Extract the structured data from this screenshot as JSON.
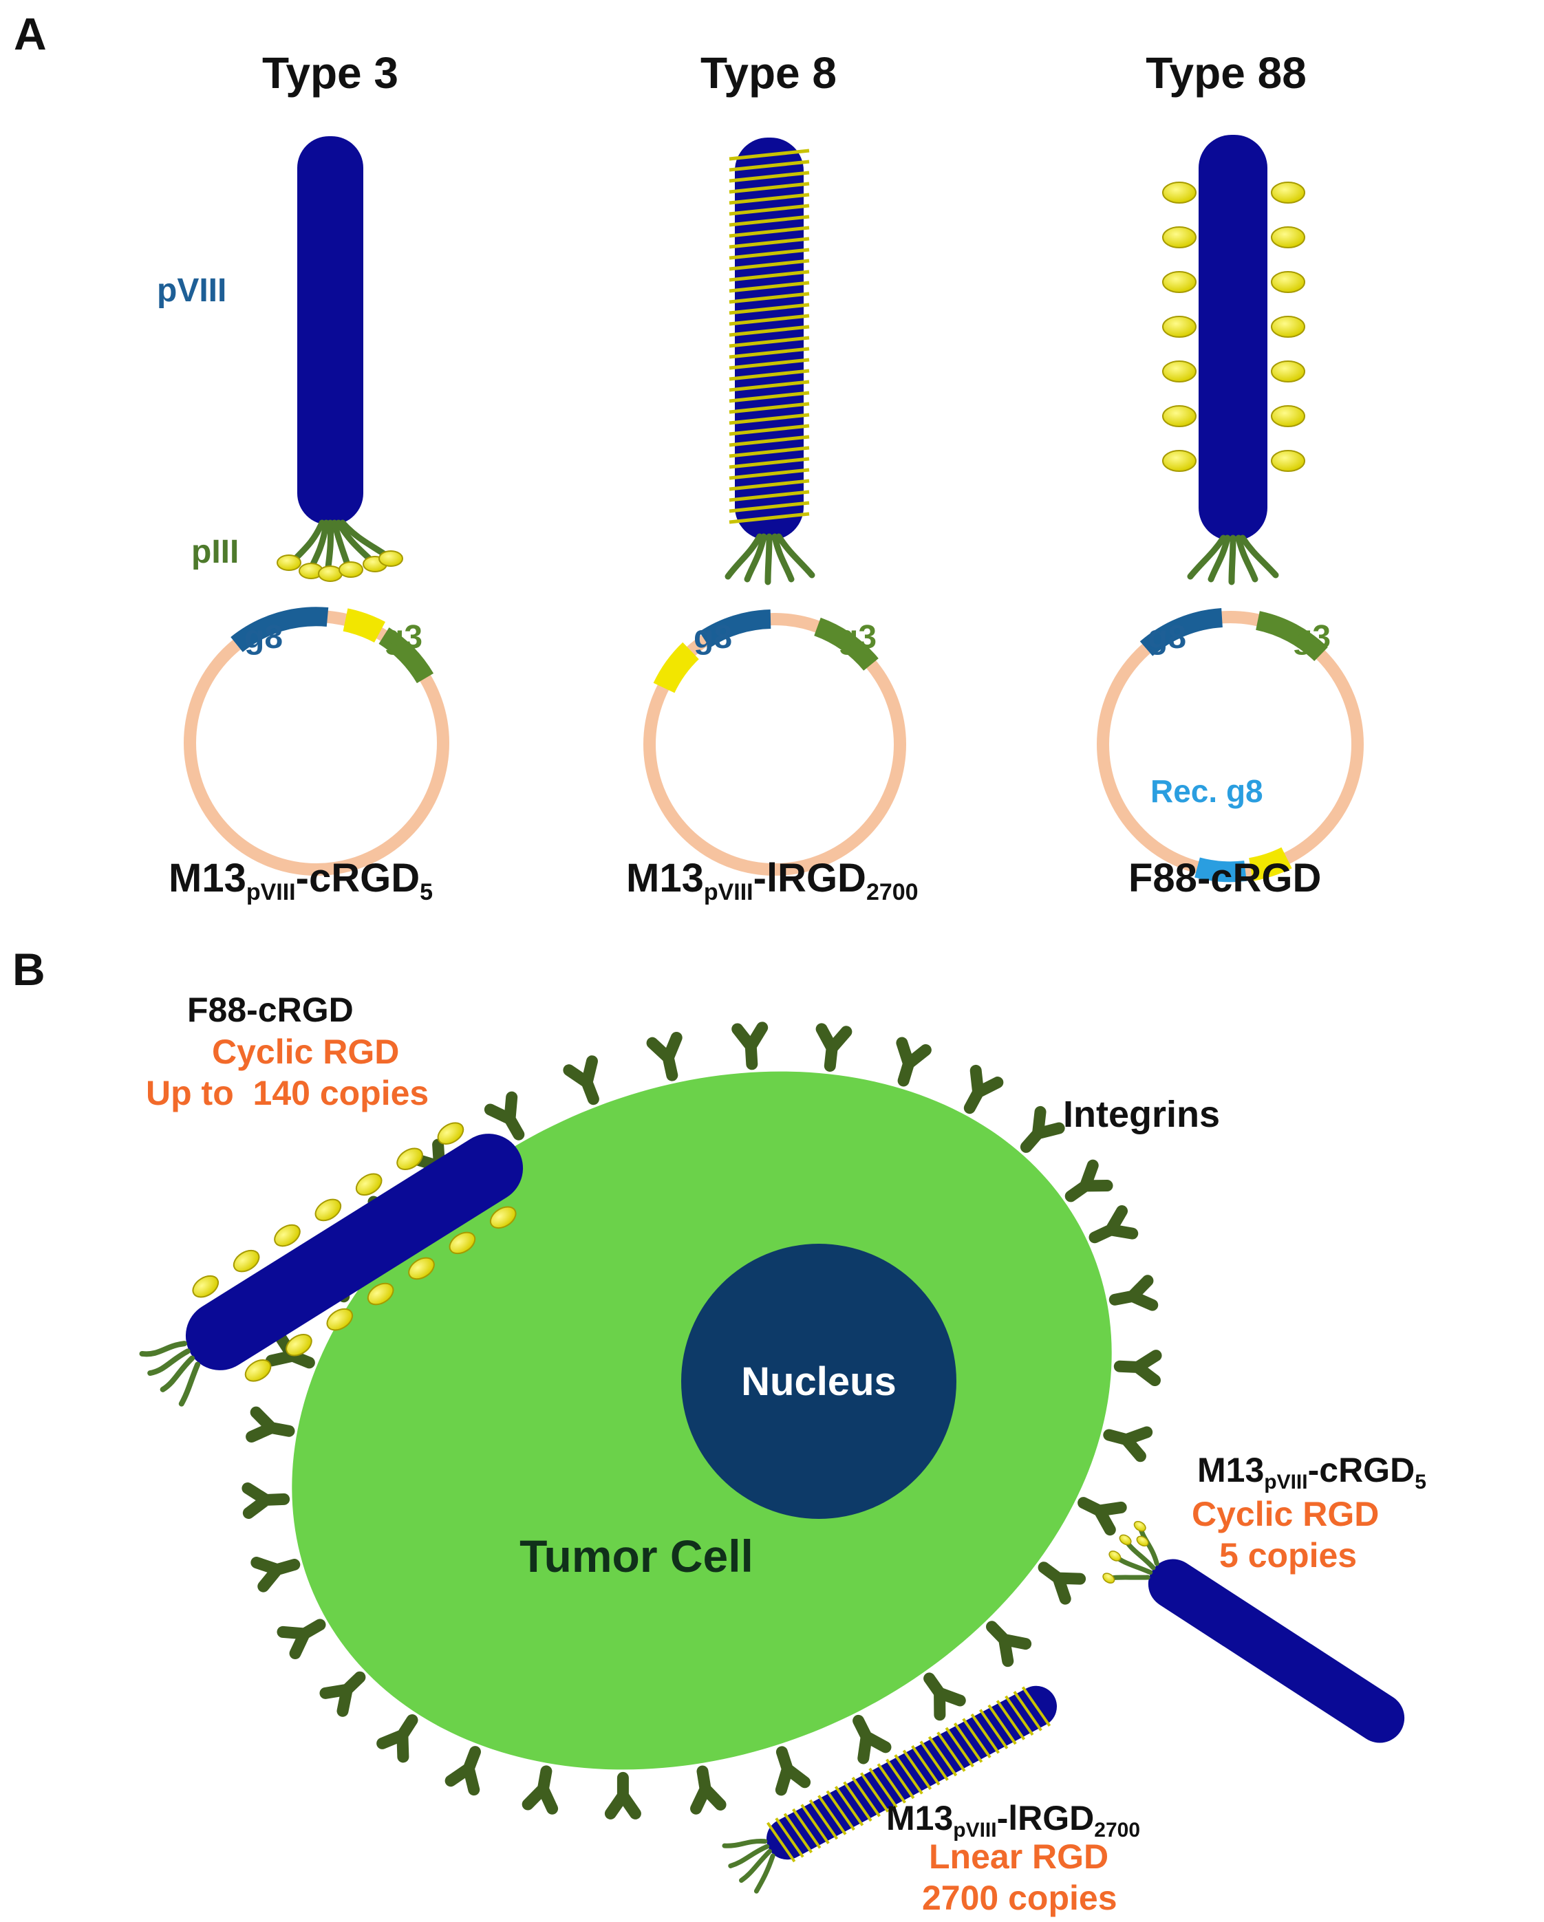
{
  "panelA": {
    "label": "A",
    "types": [
      {
        "title": "Type 3",
        "construct_main": "M13",
        "construct_sub": "pVIII",
        "construct_tail": "-cRGD",
        "construct_tail_sub": "5"
      },
      {
        "title": "Type 8",
        "construct_main": "M13",
        "construct_sub": "pVIII",
        "construct_tail": "-lRGD",
        "construct_tail_sub": "2700"
      },
      {
        "title": "Type 88",
        "construct_main": "F88-cRGD",
        "construct_sub": "",
        "construct_tail": "",
        "construct_tail_sub": ""
      }
    ],
    "protein_labels": {
      "pviii": "pVIII",
      "piii": "pIII"
    },
    "gene_labels": {
      "g8": "g8",
      "g3": "g3",
      "rec_g8": "Rec. g8"
    }
  },
  "panelB": {
    "label": "B",
    "cell_label": "Tumor Cell",
    "nucleus_label": "Nucleus",
    "integrins_label": "Integrins",
    "f88": {
      "name": "F88-cRGD",
      "line1": "Cyclic RGD",
      "line2": "Up to  140 copies"
    },
    "m13_c": {
      "main": "M13",
      "sub": "pVIII",
      "tail": "-cRGD",
      "tail_sub": "5",
      "line1": "Cyclic RGD",
      "line2": "5 copies"
    },
    "m13_l": {
      "main": "M13",
      "sub": "pVIII",
      "tail": "-lRGD",
      "tail_sub": "2700",
      "line1": "Lnear RGD",
      "line2": "2700 copies"
    }
  },
  "colors": {
    "phage": "#0a0a96",
    "peptide": "#e8e000",
    "pviii_label": "#1e5f96",
    "piii_green": "#4e7a2c",
    "plasmid": "#f6c39f",
    "g8_segment": "#1a5f96",
    "g3_segment": "#5a8a2c",
    "rec_g8": "#2a9ee0",
    "cell": "#6bd24a",
    "integrin": "#3f5e1e",
    "nucleus": "#0d3a68",
    "orange_text": "#f26a2a"
  }
}
